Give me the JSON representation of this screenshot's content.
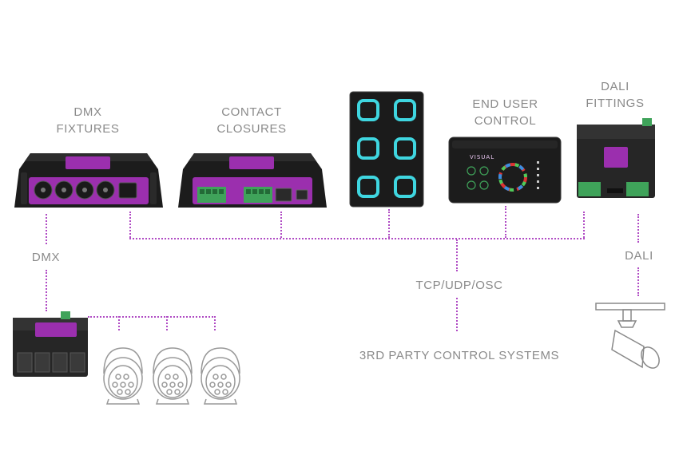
{
  "labels": {
    "dmx_fixtures": [
      "DMX",
      "FIXTURES"
    ],
    "contact_closures": [
      "CONTACT",
      "CLOSURES"
    ],
    "end_user_control": [
      "END USER",
      "CONTROL"
    ],
    "dali_fittings": [
      "DALI",
      "FITTINGS"
    ],
    "dmx": "DMX",
    "tcp_udp_osc": "TCP/UDP/OSC",
    "third_party": "3RD PARTY CONTROL SYSTEMS",
    "dali": "DALI"
  },
  "devices": {
    "control_panel_brand": "VISUAL"
  },
  "colors": {
    "accent": "#9b2fae",
    "connector_line": "#b04cc4",
    "label_text": "#8a8a8a",
    "glow_button": "#3fd6e0",
    "terminal_green": "#3fa35a",
    "device_body": "#1c1c1c"
  },
  "icons": [
    "dmx-controller-icon",
    "contact-closure-controller-icon",
    "touch-panel-icon",
    "end-user-control-panel-icon",
    "dali-controller-icon",
    "small-dmx-controller-icon",
    "par-light-icon",
    "spotlight-icon"
  ]
}
